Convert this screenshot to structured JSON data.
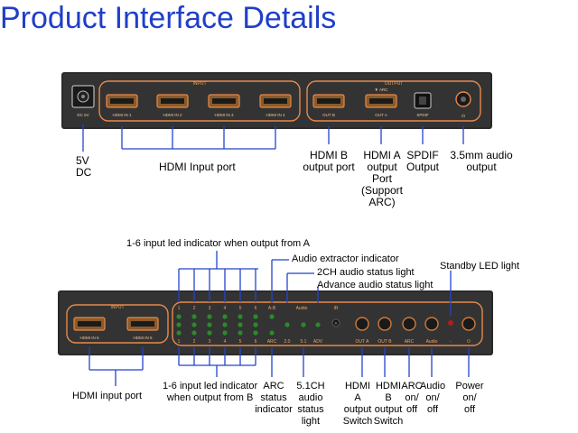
{
  "title": "Product Interface Details",
  "top_device": {
    "panel_labels": {
      "input_group": "INPUT",
      "output_group": "OUTPUT",
      "dc": "DC 5V",
      "hdmi_in_1": "HDMI IN 1",
      "hdmi_in_2": "HDMI IN 2",
      "hdmi_in_3": "HDMI IN 3",
      "hdmi_in_4": "HDMI IN 4",
      "out_b": "OUT B",
      "out_a": "OUT A",
      "arc": "▼ ARC",
      "spdif": "SPDIF"
    },
    "callouts": {
      "dc": "5V\nDC",
      "hdmi_input": "HDMI Input port",
      "hdmi_b_output": "HDMI B\noutput port",
      "hdmi_a_output": "HDMI A\noutput\nPort\n(Support\nARC)",
      "spdif_output": "SPDIF\nOutput",
      "audio_output": "3.5mm audio\noutput"
    }
  },
  "bottom_device": {
    "panel_labels": {
      "input_group": "INPUT",
      "hdmi_in_6": "HDMI IN 6",
      "hdmi_in_5": "HDMI IN 5",
      "led_top_numbers": [
        "1",
        "2",
        "3",
        "4",
        "5",
        "6"
      ],
      "led_bottom_numbers": [
        "1",
        "2",
        "3",
        "4",
        "5",
        "6"
      ],
      "top_ab": "A-B",
      "top_audio": "Audio",
      "top_ir": "IR",
      "bottom_arc": "ARC",
      "bottom_2ch": "2.0",
      "bottom_51": "5.1",
      "bottom_adv": "ADV",
      "btn_out_a": "OUT A",
      "btn_out_b": "OUT B",
      "btn_arc": "ARC",
      "btn_audio": "Audio"
    },
    "callouts": {
      "input_led_a": "1-6 input led indicator when output from A",
      "audio_extractor": "Audio extractor indicator",
      "ch2_status": "2CH audio status light",
      "advance_status": "Advance audio status light",
      "standby_led": "Standby LED light",
      "hdmi_input": "HDMI input port",
      "input_led_b": "1-6 input led indicator\nwhen output from B",
      "arc_status": "ARC\nstatus\nindicator",
      "ch51_status": "5.1CH\naudio\nstatus\nlight",
      "hdmi_a_switch": "HDMI\nA\noutput\nSwitch",
      "hdmi_b_switch": "HDMI\nB\noutput\nSwitch",
      "arc_onoff": "ARC\non/\noff",
      "audio_onoff": "Audio\non/\noff",
      "power_onoff": "Power\non/\noff"
    }
  },
  "colors": {
    "title": "#1f3fc8",
    "panel": "#2b2b2b",
    "trim": "#e8894a",
    "led": "#2a8a2a",
    "standby_led": "#b01e1e"
  }
}
